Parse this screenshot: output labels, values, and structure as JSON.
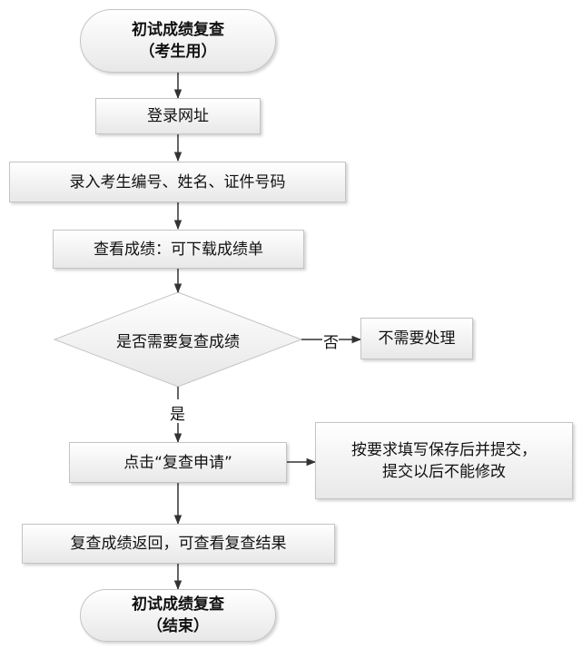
{
  "start": {
    "line1": "初试成绩复查",
    "line2": "（考生用）"
  },
  "steps": {
    "login": "登录网址",
    "enter_info": "录入考生编号、姓名、证件号码",
    "view_scores": "查看成绩：可下载成绩单"
  },
  "decision": {
    "question": "是否需要复查成绩",
    "no_label": "否",
    "yes_label": "是"
  },
  "no_branch": "不需要处理",
  "apply": "点击“复查申请”",
  "note": {
    "line1": "按要求填写保存后并提交，",
    "line2": "提交以后不能修改"
  },
  "result": "复查成绩返回，可查看复查结果",
  "end": {
    "line1": "初试成绩复查",
    "line2": "（结束）"
  },
  "colors": {
    "line": "#333333",
    "box_border": "#c4c4c4",
    "box_fill_top": "#ffffff",
    "box_fill_bottom": "#e8e8e8"
  }
}
